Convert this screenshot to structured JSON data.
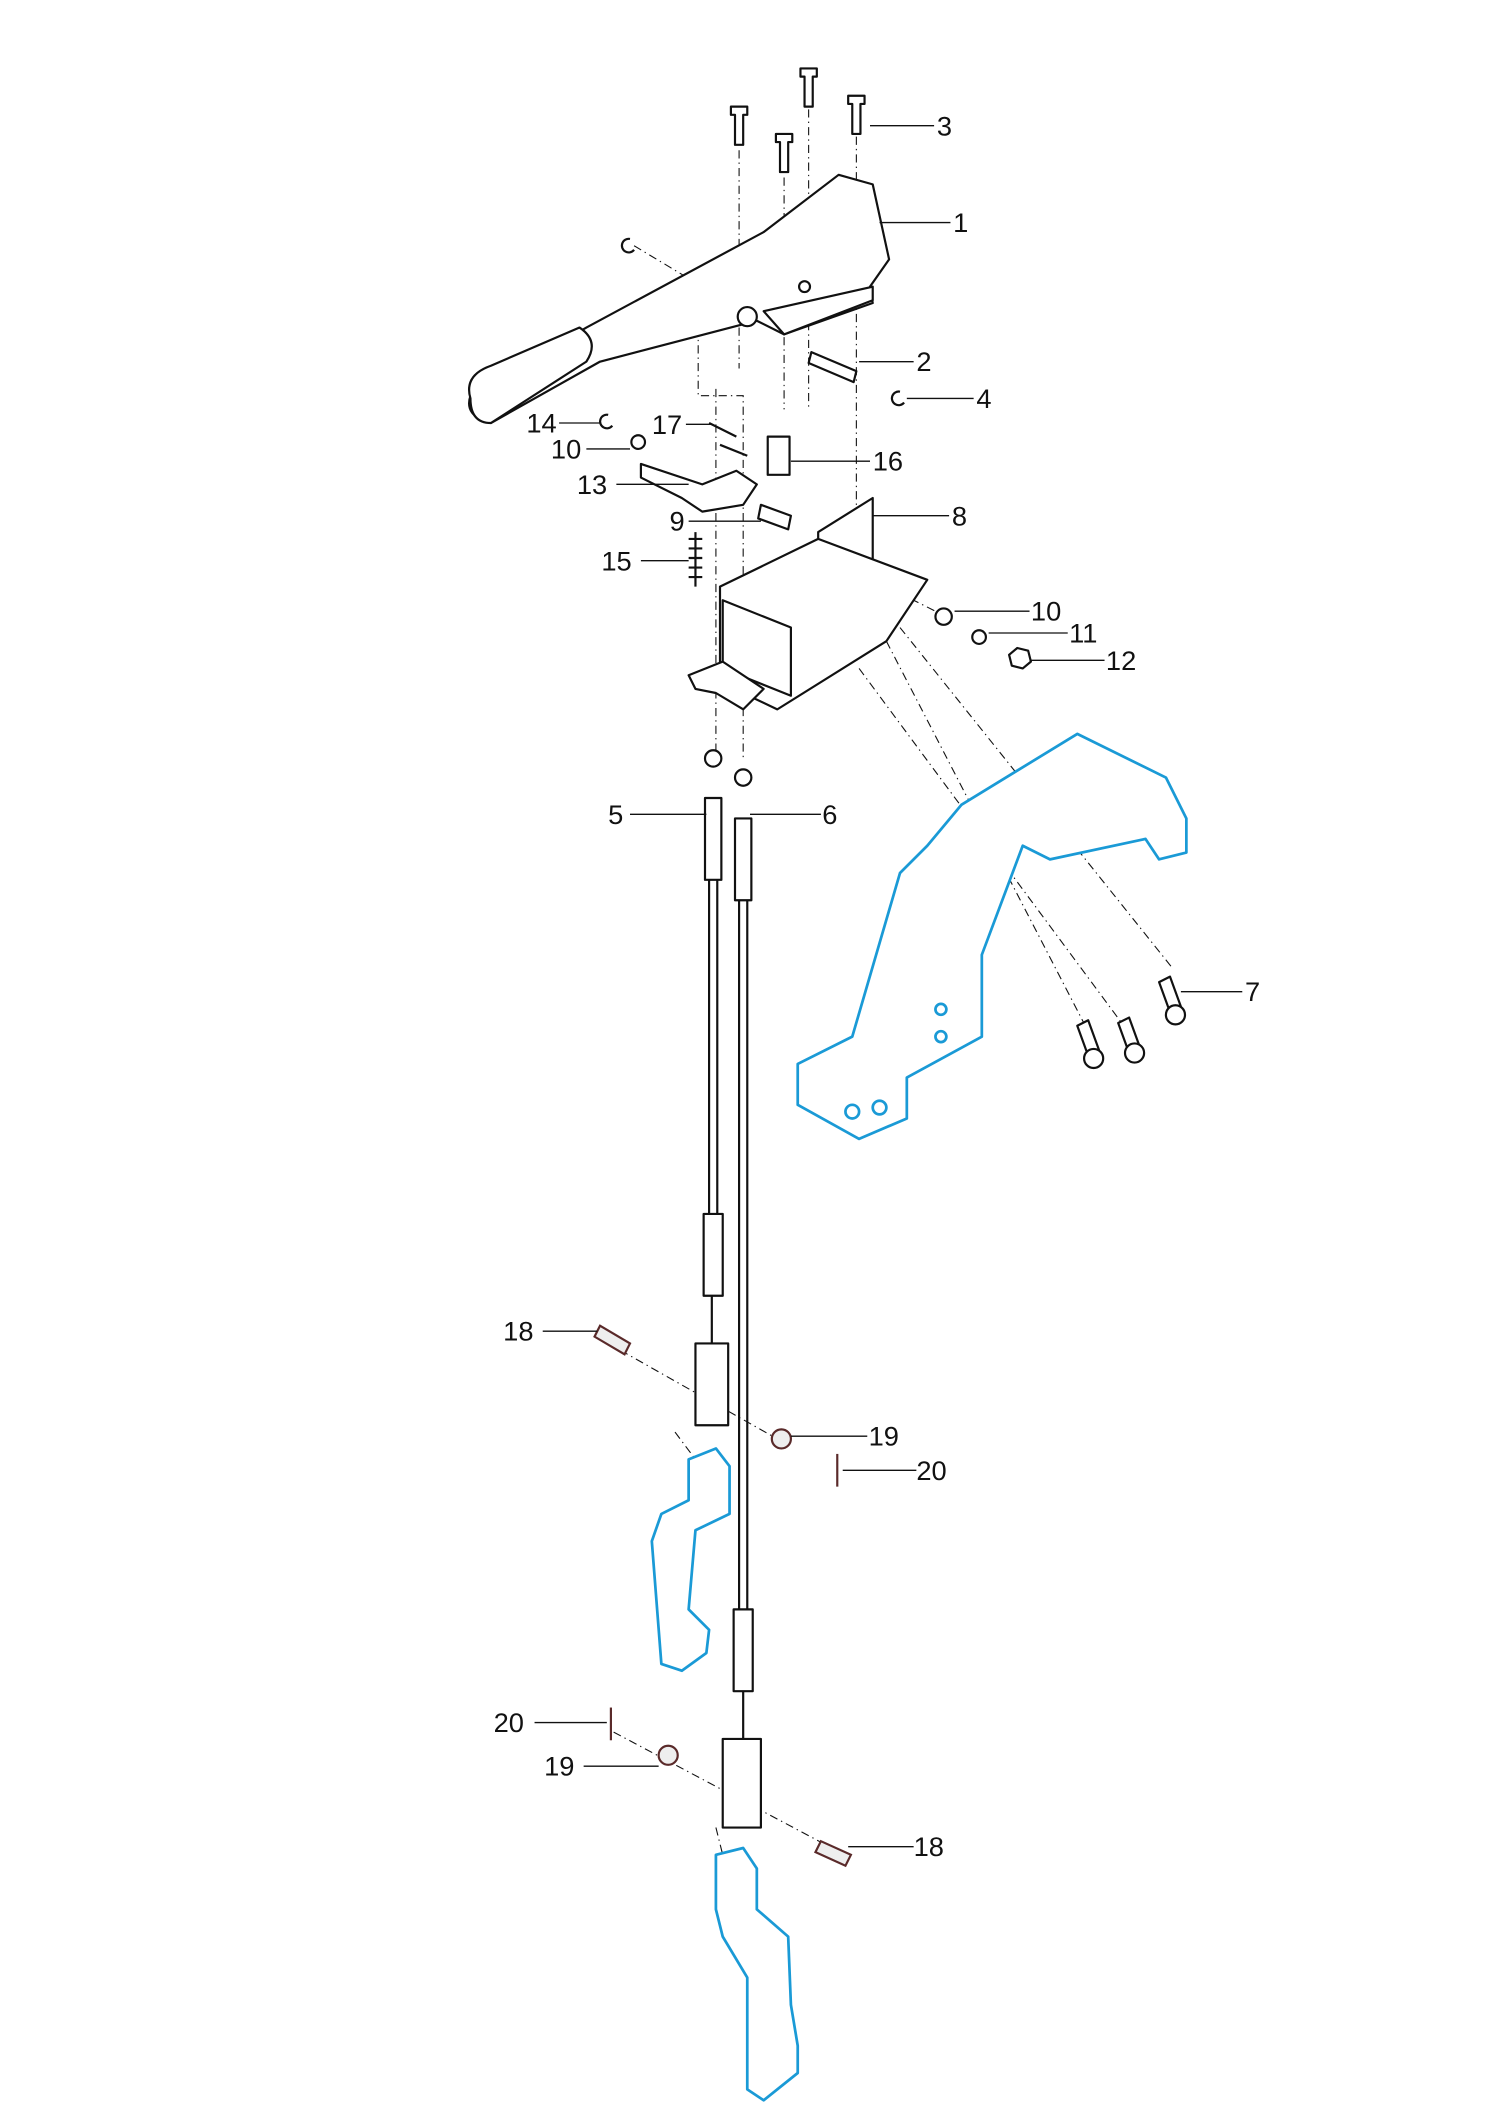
{
  "diagram": {
    "title": "",
    "colors": {
      "line": "#111111",
      "reference_part": "#1a9ad6",
      "fastener": "#5a2a2a"
    },
    "callouts": [
      {
        "id": "c3",
        "label": "3"
      },
      {
        "id": "c1",
        "label": "1"
      },
      {
        "id": "c2",
        "label": "2"
      },
      {
        "id": "c4",
        "label": "4"
      },
      {
        "id": "c14",
        "label": "14"
      },
      {
        "id": "c17",
        "label": "17"
      },
      {
        "id": "c10a",
        "label": "10"
      },
      {
        "id": "c16",
        "label": "16"
      },
      {
        "id": "c13",
        "label": "13"
      },
      {
        "id": "c8",
        "label": "8"
      },
      {
        "id": "c9",
        "label": "9"
      },
      {
        "id": "c15",
        "label": "15"
      },
      {
        "id": "c10b",
        "label": "10"
      },
      {
        "id": "c11",
        "label": "11"
      },
      {
        "id": "c12",
        "label": "12"
      },
      {
        "id": "c5",
        "label": "5"
      },
      {
        "id": "c6",
        "label": "6"
      },
      {
        "id": "c7",
        "label": "7"
      },
      {
        "id": "c18a",
        "label": "18"
      },
      {
        "id": "c19a",
        "label": "19"
      },
      {
        "id": "c20a",
        "label": "20"
      },
      {
        "id": "c20b",
        "label": "20"
      },
      {
        "id": "c19b",
        "label": "19"
      },
      {
        "id": "c18b",
        "label": "18"
      }
    ]
  }
}
